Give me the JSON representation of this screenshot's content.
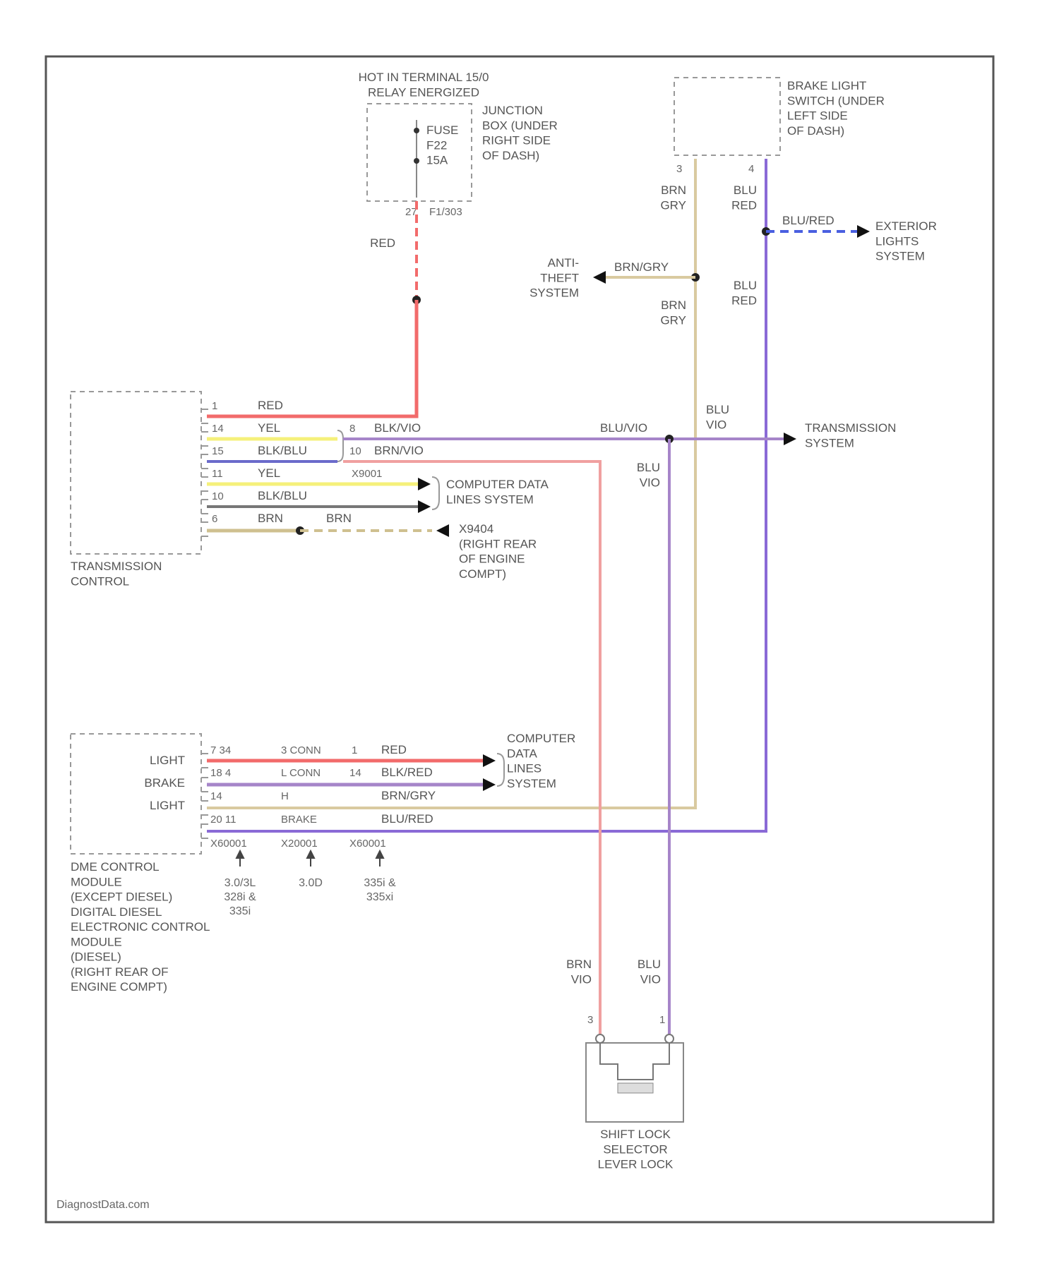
{
  "colors": {
    "red": "#f26b6b",
    "yel": "#f5f07a",
    "blu_blu": "#6a6acb",
    "blu_vio": "#a685c9",
    "brn_vio": "#f0a0a0",
    "brn_gry": "#d9caa0",
    "blu_red": "#8a6ad6",
    "brn": "#cfc090",
    "gry": "#777777",
    "blu_red_dash": "#4a5fe0"
  },
  "relay": {
    "title": "HOT IN TERMINAL 15/0\nRELAY ENERGIZED"
  },
  "junction": {
    "label": "JUNCTION\nBOX (UNDER\nRIGHT SIDE\nOF DASH)",
    "fuse": "FUSE\nF22\n15A",
    "terminal": "F1/303"
  },
  "brake_switch": {
    "label": "BRAKE LIGHT\nSWITCH (UNDER\nLEFT SIDE\nOF DASH)"
  },
  "wires": {
    "red_vertical": "RED",
    "brn_gry_top": "BRN\nGRY",
    "blu_red_top": "BLU\nRED",
    "blu_red_branch": "BLU/RED",
    "brn_gry_branch": "BRN/GRY",
    "brn_gry_mid": "BRN\nGRY",
    "blu_red_mid": "BLU\nRED",
    "blu_vio_center": "BLU/VIO",
    "blu_vio_upper": "BLU\nVIO",
    "blu_vio_down": "BLU\nVIO",
    "brn_vio_bottom": "BRN\nVIO",
    "blu_vio_bottom": "BLU\nVIO"
  },
  "destinations": {
    "exterior": "EXTERIOR\nLIGHTS\nSYSTEM",
    "anti_theft": "ANTI-\nTHEFT\nSYSTEM",
    "transmission": "TRANSMISSION\nSYSTEM",
    "cdl_upper": "COMPUTER DATA\nLINES SYSTEM",
    "ground": "X9404\n(RIGHT REAR\nOF ENGINE\nCOMPT)",
    "cdl_lower": "COMPUTER\nDATA\nLINES\nSYSTEM"
  },
  "tcm": {
    "label": "TRANSMISSION\nCONTROL",
    "rows": [
      {
        "pin": "1",
        "color": "RED"
      },
      {
        "pin": "14",
        "color": "YEL",
        "pin2": "8",
        "color2": "BLK/VIO"
      },
      {
        "pin": "15",
        "color": "BLK/BLU",
        "pin2": "10",
        "color2": "BRN/VIO"
      },
      {
        "pin": "11",
        "color": "YEL",
        "splice": "X9001"
      },
      {
        "pin": "10",
        "color": "BLK/BLU"
      },
      {
        "pin": "6",
        "color": "BRN",
        "color2": "BRN"
      }
    ]
  },
  "dme": {
    "label": "DME CONTROL\nMODULE\n(EXCEPT DIESEL)\nDIGITAL DIESEL\nELECTRONIC CONTROL\nMODULE\n(DIESEL)\n(RIGHT REAR OF\nENGINE COMPT)",
    "side_labels": [
      "LIGHT",
      "BRAKE",
      "LIGHT"
    ],
    "rows": [
      {
        "pin": "7 34",
        "conn": "3 CONN",
        "pin2": "1",
        "color": "RED"
      },
      {
        "pin": "18 4",
        "conn": "L CONN",
        "pin2": "14",
        "color": "BLK/RED"
      },
      {
        "pin": "14",
        "conn": "H",
        "color": "BRN/GRY"
      },
      {
        "pin": "20 11",
        "conn": "BRAKE",
        "color": "BLU/RED"
      }
    ],
    "connectors": [
      "X60001",
      "X20001",
      "X60001"
    ],
    "notes": [
      "3.0/3L\n328i &\n335i",
      "3.0D",
      "335i &\n335xi"
    ]
  },
  "shift_lock": {
    "label": "SHIFT LOCK\nSELECTOR\nLEVER LOCK",
    "pin_left": "3",
    "pin_right": "1"
  },
  "footer": {
    "watermark": "DiagnostData.com"
  }
}
